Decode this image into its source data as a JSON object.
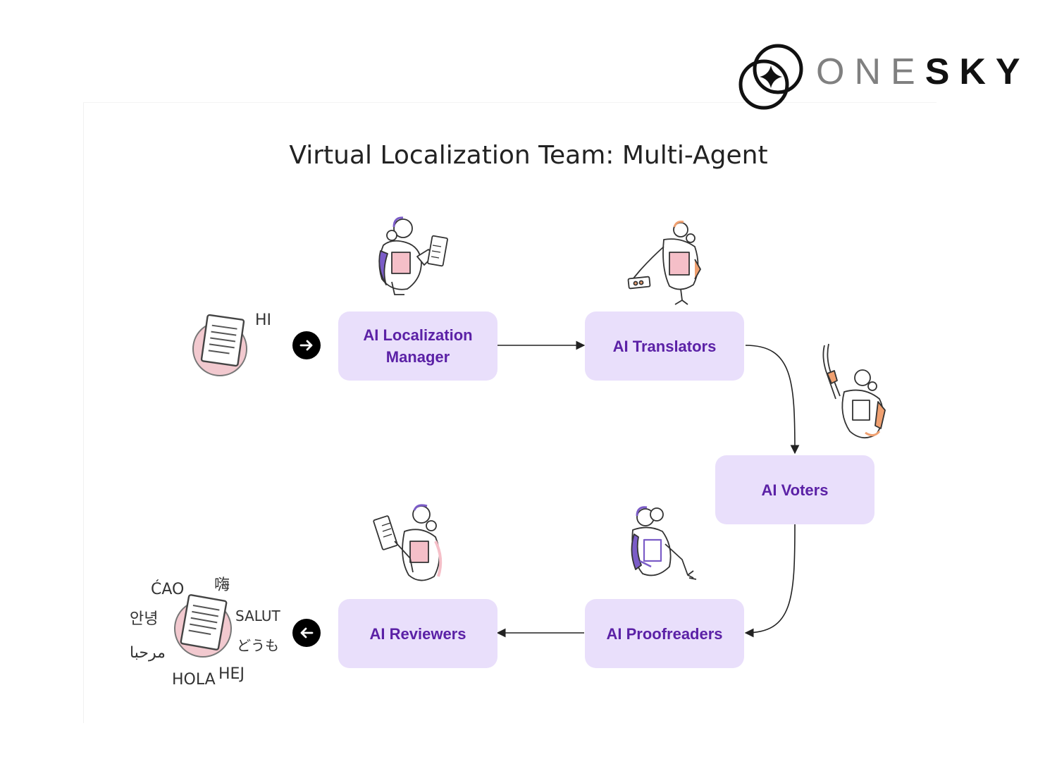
{
  "brand": {
    "logo_one": "ONE",
    "logo_sky": "SKY"
  },
  "title": "Virtual Localization Team: Multi-Agent",
  "input": {
    "word": "HI"
  },
  "nodes": {
    "manager": "AI Localization Manager",
    "translators": "AI Translators",
    "voters": "AI Voters",
    "proofreaders": "AI Proofreaders",
    "reviewers": "AI Reviewers"
  },
  "output": {
    "words": [
      "ĆAO",
      "嗨",
      "안녕",
      "SALUT",
      "مرحبا",
      "どうも",
      "HOLA",
      "HEJ"
    ]
  },
  "colors": {
    "node_fill": "#e9dffb",
    "node_text": "#5b21a6",
    "doc_circle": "#f2c9cf",
    "robot_accent_purple": "#7b5cc7",
    "robot_accent_orange": "#f0a070",
    "robot_accent_pink": "#f5bfc8"
  }
}
